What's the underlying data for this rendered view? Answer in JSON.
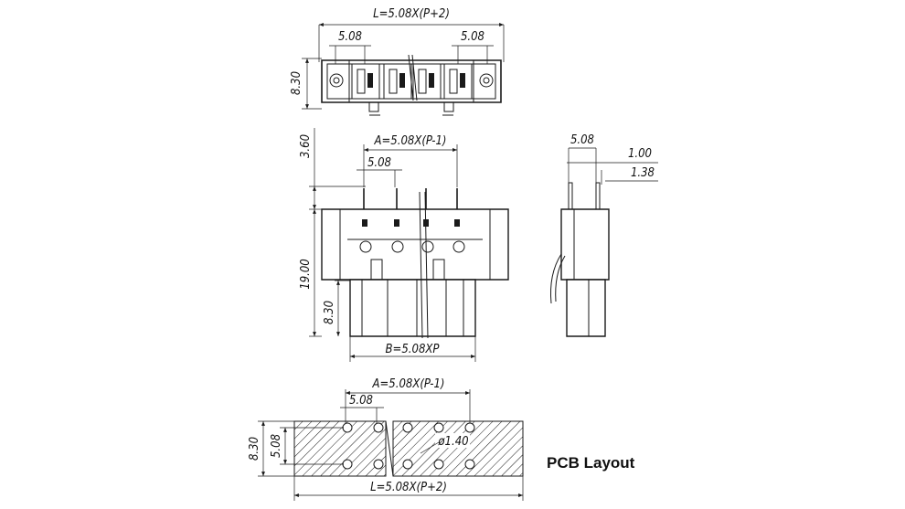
{
  "top_view": {
    "overall_width_label": "L=5.08X(P+2)",
    "left_pitch_label": "5.08",
    "right_pitch_label": "5.08",
    "height_label": "8.30"
  },
  "front_view": {
    "pin_span_label": "A=5.08X(P-1)",
    "pitch_label": "5.08",
    "pin_height_label": "3.60",
    "total_height_label": "19.00",
    "lower_height_label": "8.30",
    "base_width_label": "B=5.08XP"
  },
  "side_view": {
    "width_label": "5.08",
    "pin_width_label": "1.00",
    "pin_offset_label": "1.38"
  },
  "pcb_layout": {
    "title": "PCB Layout",
    "pin_span_label": "A=5.08X(P-1)",
    "pitch_label": "5.08",
    "height_label": "8.30",
    "row_spacing_label": "5.08",
    "hole_label": "ø1.40",
    "length_label": "L=5.08X(P+2)"
  }
}
